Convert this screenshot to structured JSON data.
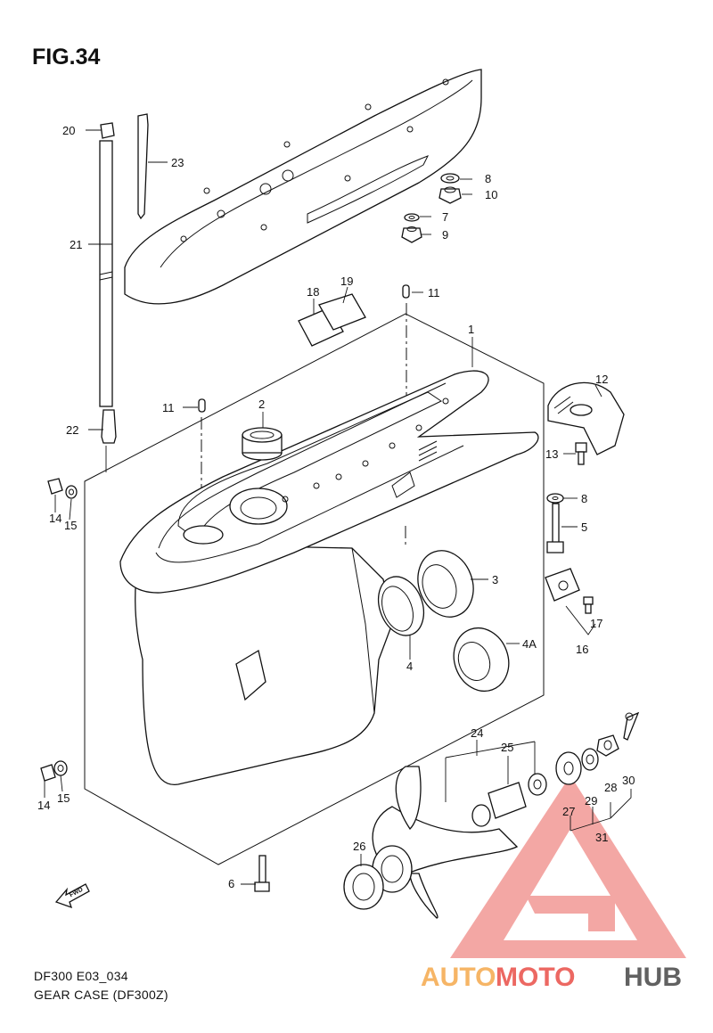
{
  "figure": {
    "title": "FIG.34"
  },
  "footer": {
    "code": "DF300 E03_034",
    "caption": "GEAR CASE (DF300Z)"
  },
  "fwd_marker": {
    "label": "FWD"
  },
  "watermark": {
    "part1": "AUTO",
    "part2": "MOTO",
    "part3": "HUB",
    "colors": {
      "primary": "#e8433c",
      "secondary": "#f4a340",
      "tertiary": "#3a3a3a"
    }
  },
  "callouts": {
    "c20": "20",
    "c23": "23",
    "c21": "21",
    "c22": "22",
    "c8a": "8",
    "c10": "10",
    "c7": "7",
    "c9": "9",
    "c18": "18",
    "c19": "19",
    "c11a": "11",
    "c1": "1",
    "c11b": "11",
    "c2": "2",
    "c12": "12",
    "c13": "13",
    "c8b": "8",
    "c5": "5",
    "c14a": "14",
    "c15a": "15",
    "c3": "3",
    "c4a": "4A",
    "c4": "4",
    "c17": "17",
    "c16": "16",
    "c24": "24",
    "c25": "25",
    "c30": "30",
    "c28": "28",
    "c29": "29",
    "c27": "27",
    "c31": "31",
    "c14b": "14",
    "c15b": "15",
    "c26": "26",
    "c6": "6"
  }
}
